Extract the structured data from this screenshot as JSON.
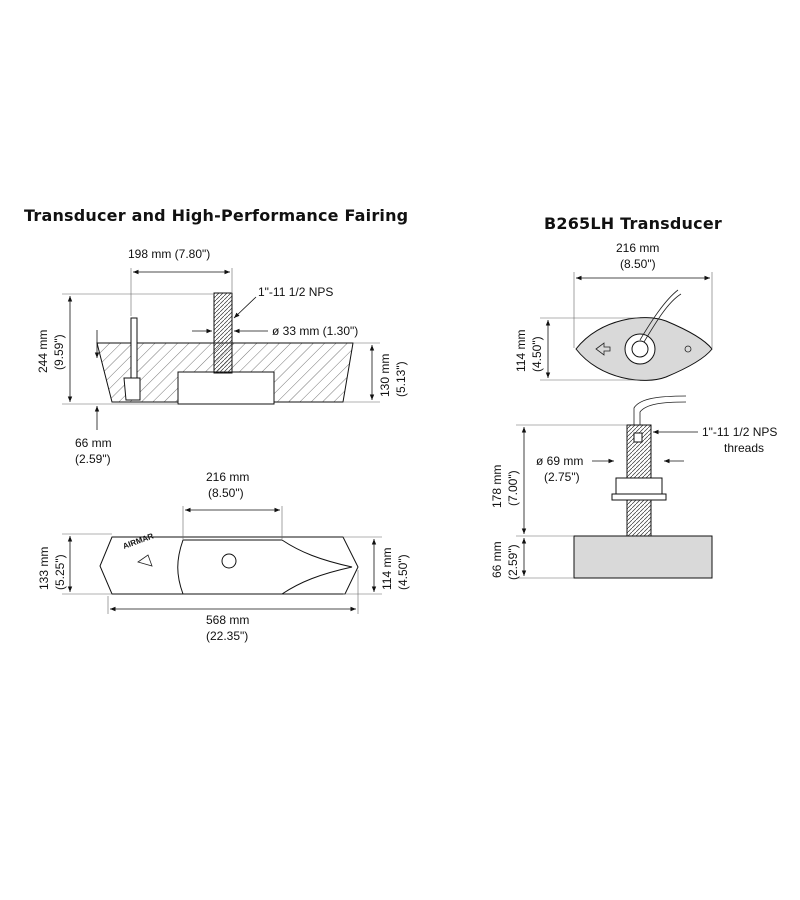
{
  "left_diagram": {
    "title": "Transducer and High-Performance Fairing",
    "side_view": {
      "width_label": "198 mm (7.80\")",
      "thread_label": "1\"-11 1/2 NPS",
      "shaft_dia_label": "ø 33 mm (1.30\")",
      "height_mm": "244 mm",
      "height_in": "(9.59\")",
      "fairing_height_mm": "130 mm",
      "fairing_height_in": "(5.13\")",
      "depth_mm": "66 mm",
      "depth_in": "(2.59\")"
    },
    "bottom_view": {
      "transducer_length_mm": "216 mm",
      "transducer_length_in": "(8.50\")",
      "fairing_width_mm": "133 mm",
      "fairing_width_in": "(5.25\")",
      "transducer_width_mm": "114 mm",
      "transducer_width_in": "(4.50\")",
      "fairing_length_mm": "568 mm",
      "fairing_length_in": "(22.35\")",
      "brand": "AIRMAR"
    }
  },
  "right_diagram": {
    "title": "B265LH Transducer",
    "bottom_view": {
      "length_mm": "216 mm",
      "length_in": "(8.50\")",
      "width_mm": "114 mm",
      "width_in": "(4.50\")"
    },
    "side_view": {
      "thread_label": "1\"-11 1/2 NPS",
      "thread_label_2": "threads",
      "nut_dia_mm": "ø 69 mm",
      "nut_dia_in": "(2.75\")",
      "height_mm": "178 mm",
      "height_in": "(7.00\")",
      "depth_mm": "66 mm",
      "depth_in": "(2.59\")"
    }
  }
}
